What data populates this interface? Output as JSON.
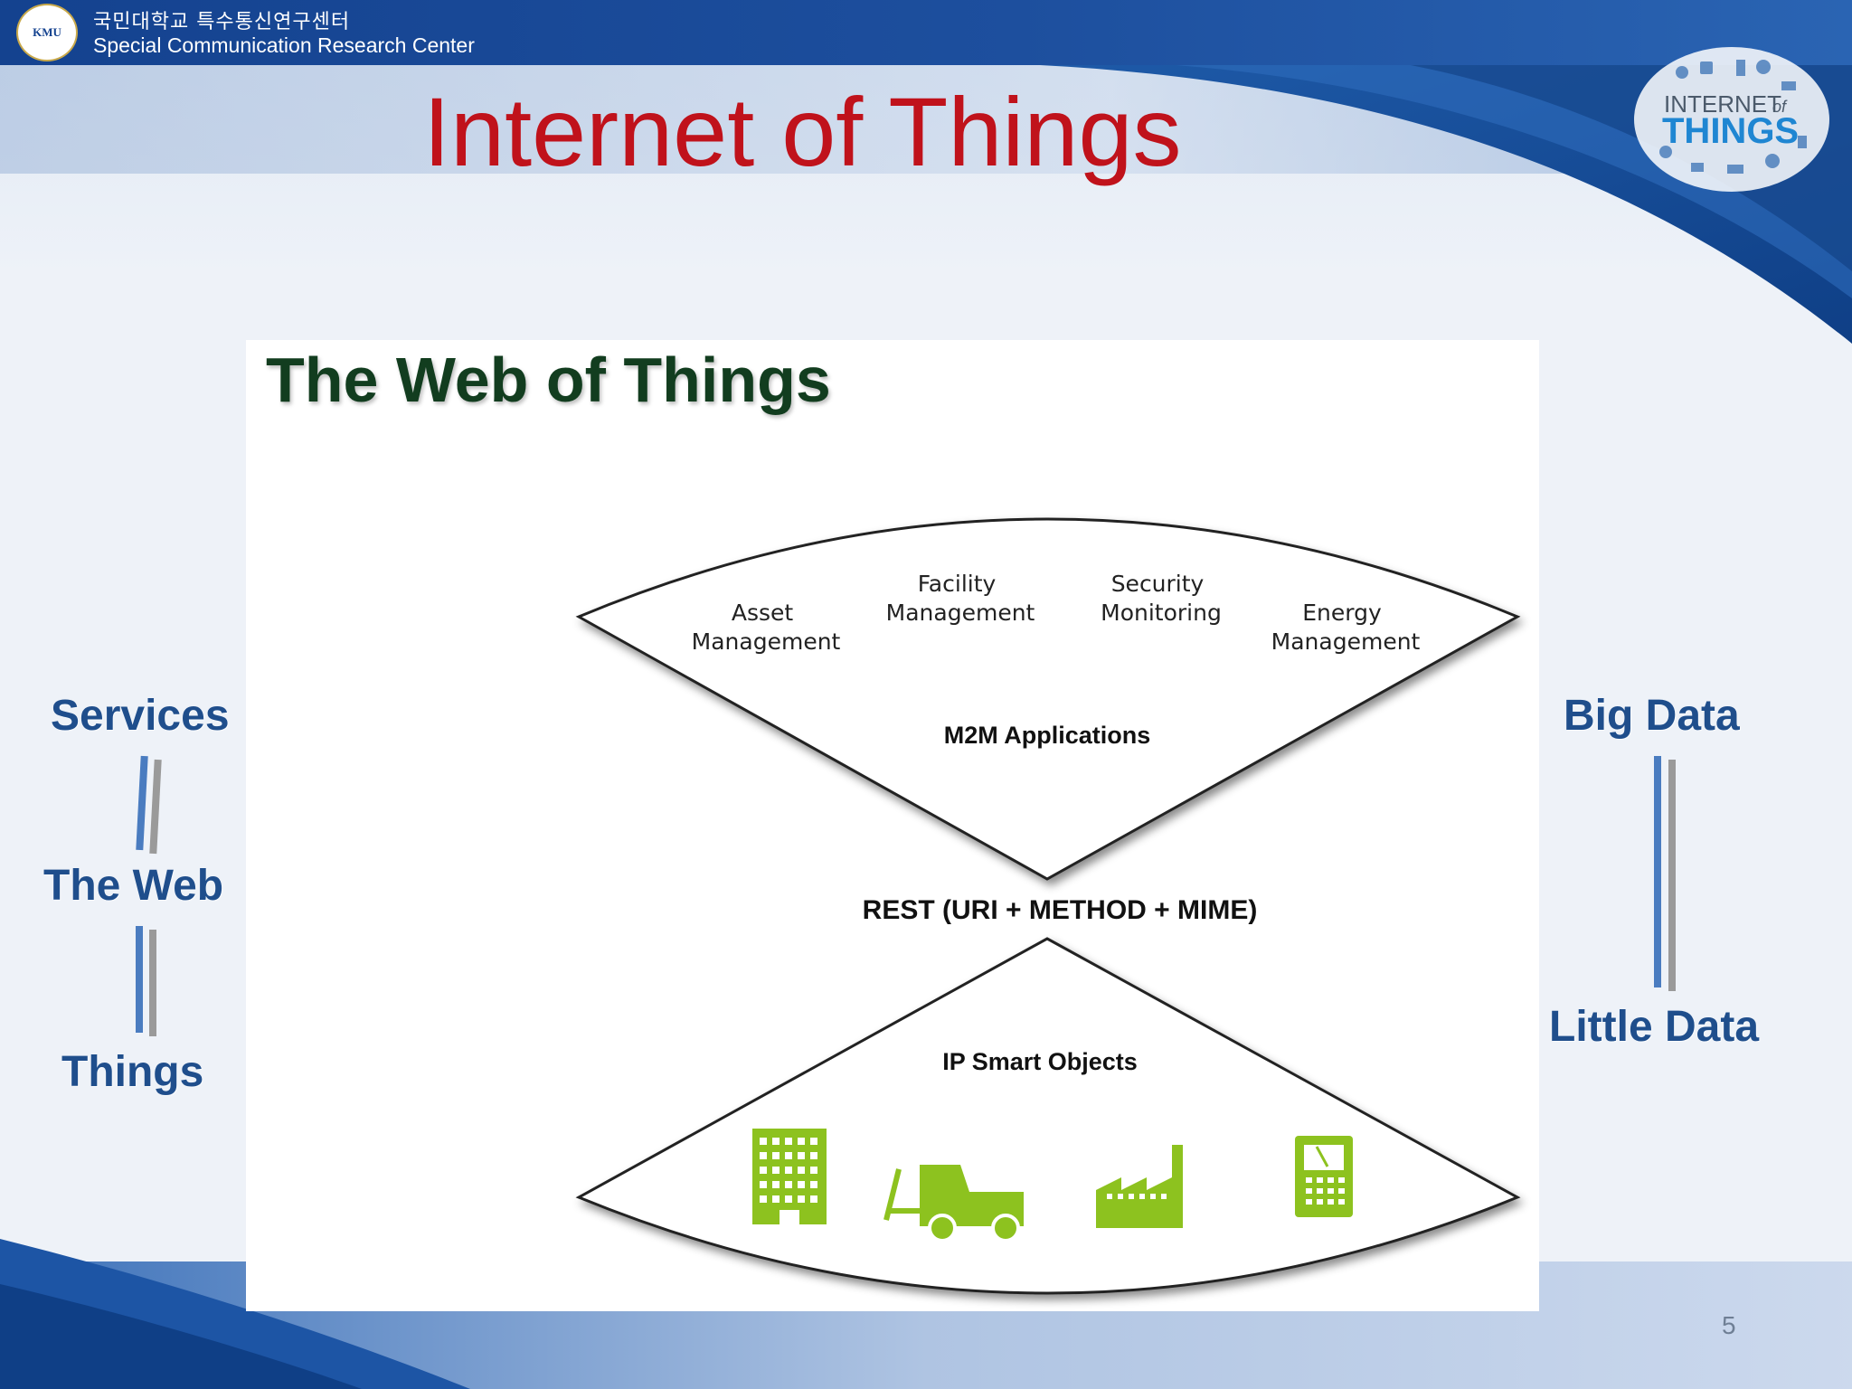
{
  "header": {
    "org_korean": "국민대학교 특수통신연구센터",
    "org_english": "Special Communication Research Center",
    "logo_text": "KMU"
  },
  "slide": {
    "title": "Internet of Things",
    "page_number": "5"
  },
  "badge": {
    "line1": "INTERNET",
    "line1_of": "of",
    "line2": "THINGS"
  },
  "figure": {
    "title": "The Web of Things",
    "top_cone": {
      "apps": [
        {
          "line1": "Asset",
          "line2": "Management"
        },
        {
          "line1": "Facility",
          "line2": "Management"
        },
        {
          "line1": "Security",
          "line2": "Monitoring"
        },
        {
          "line1": "Energy",
          "line2": "Management"
        }
      ],
      "label": "M2M Applications"
    },
    "middle_label": "REST (URI + METHOD + MIME)",
    "bottom_cone": {
      "label": "IP Smart Objects",
      "icons": [
        "building-icon",
        "forklift-icon",
        "factory-icon",
        "meter-device-icon"
      ]
    }
  },
  "left_stack": {
    "top": "Services",
    "middle": "The Web",
    "bottom": "Things"
  },
  "right_stack": {
    "top": "Big Data",
    "bottom": "Little Data"
  },
  "colors": {
    "header_blue": "#14428f",
    "title_red": "#c0121b",
    "label_blue": "#1f4e8c",
    "icon_green": "#8dc21f",
    "bar_blue": "#4a7cc0",
    "bar_gray": "#9a9a9a"
  }
}
